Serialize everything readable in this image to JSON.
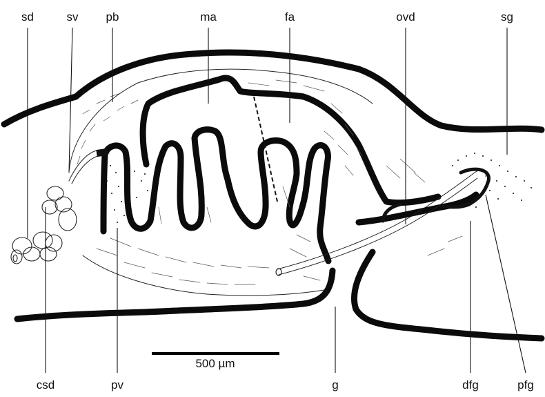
{
  "labels": {
    "sd": "sd",
    "sv": "sv",
    "pb": "pb",
    "ma": "ma",
    "fa": "fa",
    "ovd": "ovd",
    "sg": "sg",
    "csd": "csd",
    "pv": "pv",
    "g": "g",
    "dfg": "dfg",
    "pfg": "pfg"
  },
  "scale_bar": {
    "label": "500 µm"
  },
  "colors": {
    "ink": "#0b0b0b",
    "paper": "#ffffff"
  }
}
